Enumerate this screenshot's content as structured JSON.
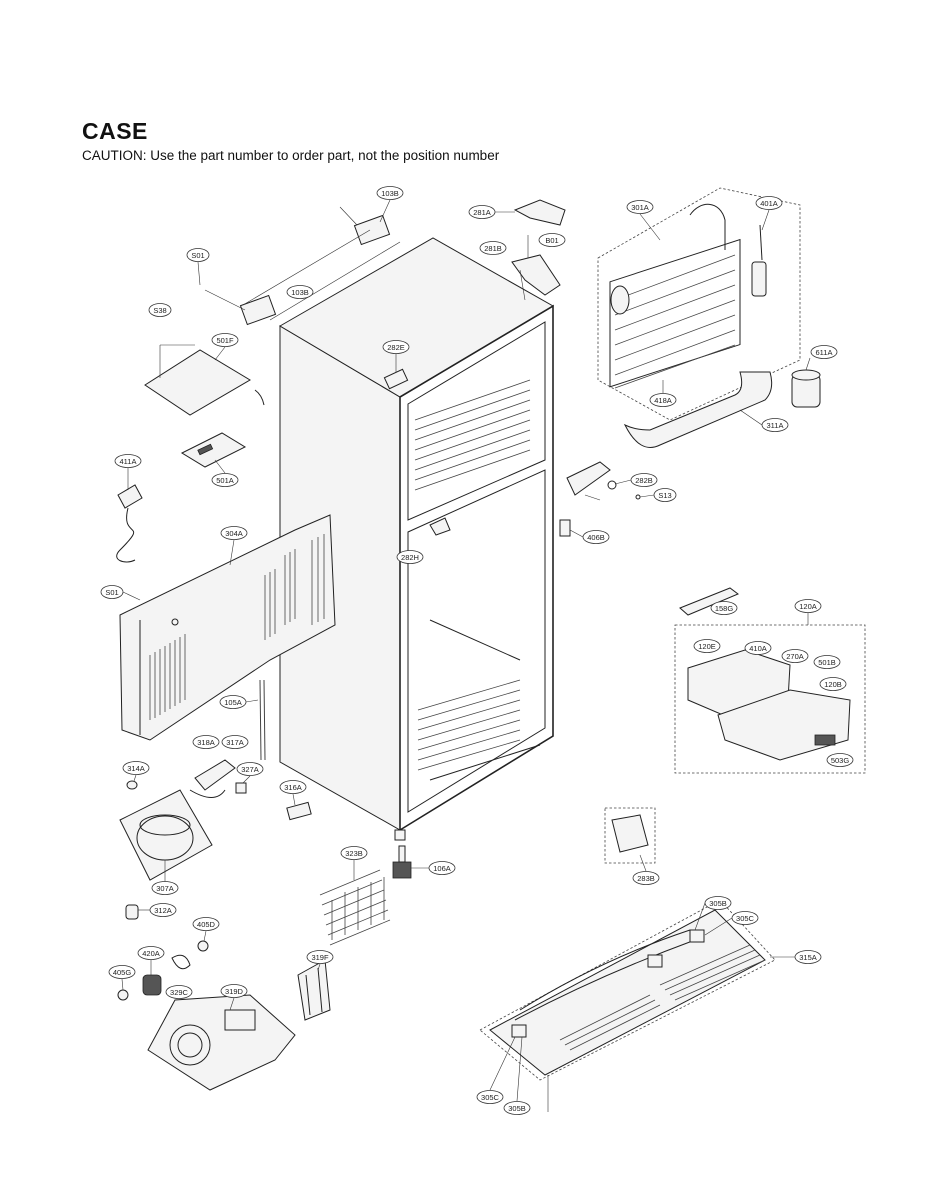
{
  "header": {
    "title": "CASE",
    "caution": "CAUTION: Use the part number to order part, not the position number"
  },
  "labels": {
    "p103b_top": "103B",
    "p103b_mid": "103B",
    "p281a": "281A",
    "p281b": "281B",
    "p801": "B01",
    "p301a": "301A",
    "p401a": "401A",
    "s01_top": "S01",
    "s01_left": "S01",
    "s38": "S38",
    "p501f": "501F",
    "p282e": "282E",
    "p611a": "611A",
    "p418a": "418A",
    "p311a": "311A",
    "p501a": "501A",
    "p411a": "411A",
    "p282b": "282B",
    "s13": "S13",
    "p304a": "304A",
    "p406b": "406B",
    "p282h": "282H",
    "p158g": "158G",
    "p120a": "120A",
    "p120e": "120E",
    "p410a": "410A",
    "p270a": "270A",
    "p501b": "501B",
    "p120b": "120B",
    "p503g": "503G",
    "p105a": "105A",
    "p318a": "318A",
    "p317a": "317A",
    "p327a": "327A",
    "p314a": "314A",
    "p316a": "316A",
    "p323b": "323B",
    "p106a": "106A",
    "p307a": "307A",
    "p283b": "283B",
    "p312a": "312A",
    "p405d": "405D",
    "p420a": "420A",
    "p405g": "405G",
    "p329c": "329C",
    "p319f": "319F",
    "p319d": "319D",
    "p305b_top": "305B",
    "p305c_top": "305C",
    "p315a": "315A",
    "p305c_bot": "305C",
    "p305b_bot": "305B"
  }
}
